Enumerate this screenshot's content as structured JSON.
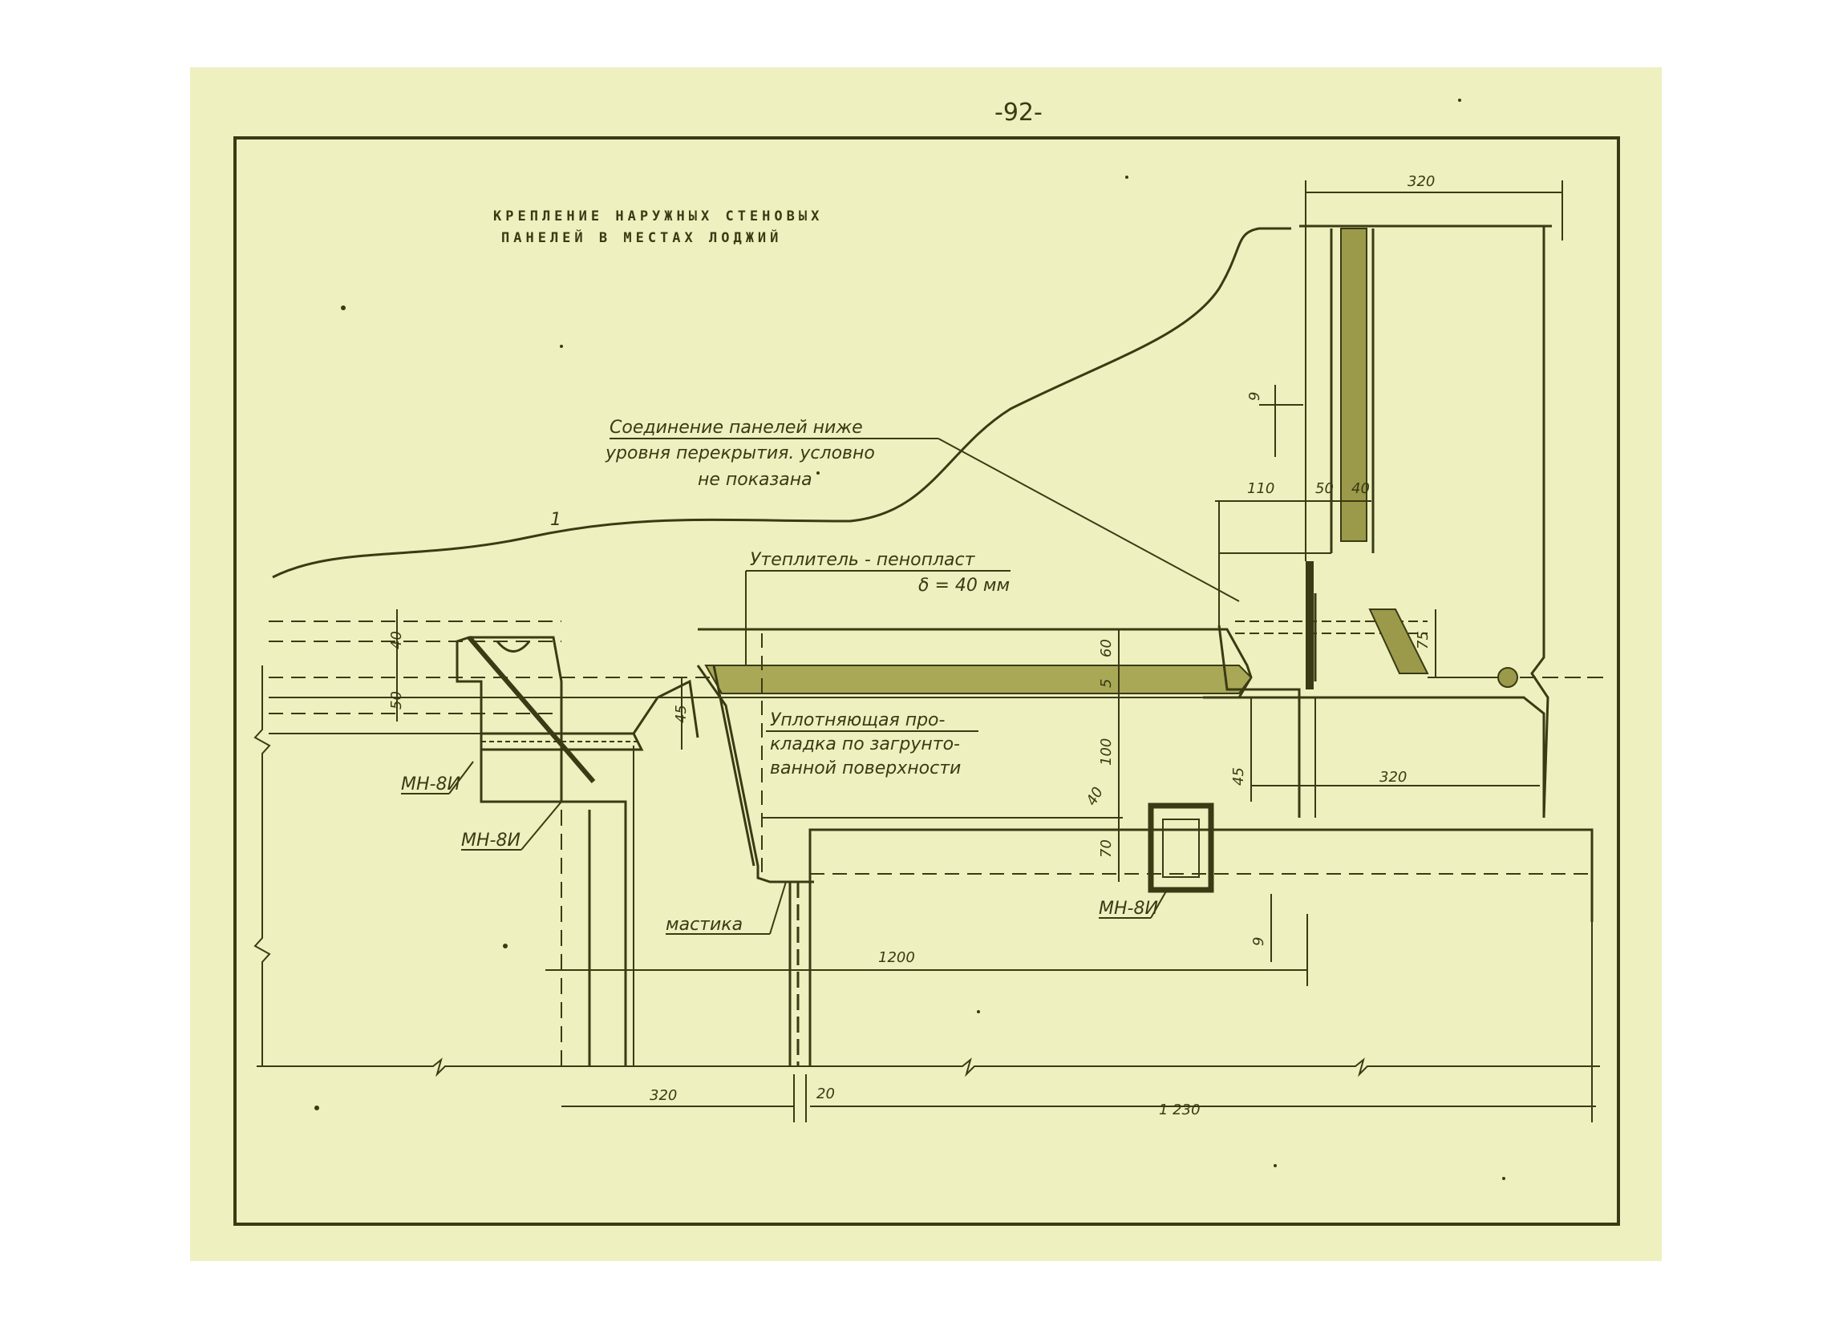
{
  "page_number": "-92-",
  "title_lines": [
    "КРЕПЛЕНИЕ НАРУЖНЫХ СТЕНОВЫХ",
    "ПАНЕЛЕЙ В МЕСТАХ ЛОДЖИЙ"
  ],
  "annotations": {
    "panel_joint": [
      "Соединение панелей ниже",
      "уровня перекрытия. условно",
      "не показана"
    ],
    "insulation": [
      "Утеплитель - пенопласт",
      "δ = 40 мм"
    ],
    "sealing_gasket": [
      "Уплотняющая про-",
      "кладка по загрунто-",
      "ванной поверхности"
    ],
    "mastic": "мастика",
    "marker": "1"
  },
  "parts": {
    "mn_left_a": "МН-8И",
    "mn_left_b": "МН-8И",
    "mn_right": "МН-8И"
  },
  "dimensions": {
    "top_320": "320",
    "d110": "110",
    "d50": "50",
    "d40": "40",
    "d9_top": "9",
    "d60": "60",
    "d5": "5",
    "d100": "100",
    "d75": "75",
    "d45_right": "45",
    "d320_mid": "320",
    "d40_left": "40",
    "d50_left": "50",
    "d45_left": "45",
    "d40_box": "40",
    "d70": "70",
    "d9_bottom": "9",
    "d1200": "1200",
    "d320_bottom": "320",
    "d20": "20",
    "d1230": "1 230"
  },
  "colors": {
    "paper": "#eef0bf",
    "ink": "#3a3a14"
  }
}
